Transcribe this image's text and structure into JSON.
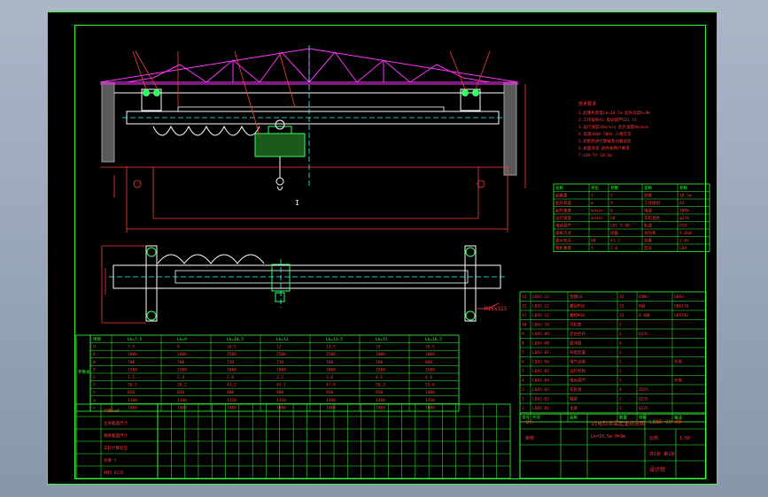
{
  "colors": {
    "frame": "#33ff33",
    "truss": "#ff33ff",
    "dims": "#ff3b3b",
    "outline": "#ffffff",
    "hoist": "#33ff66",
    "center": "#33ffff",
    "wall": "#9a9a9a"
  },
  "views": {
    "elevation_scale_mark": "I",
    "plan_callout": "M16x315"
  },
  "tech_notes": {
    "heading": "技术要求",
    "lines": [
      "1.起重机跨度Lk=10.5m 起升高度H=9m",
      "2.工作级别A3 电动葫芦CD1 5t",
      "3.运行速度20m/min 起升速度8m/min",
      "4.电源380V 50Hz 三相交流",
      "5.装配后进行静载及动载试验",
      "6.表面涂漆 颜色按用户要求",
      "7.LDA-5t-10.5m"
    ]
  },
  "spec_table": {
    "headers": [
      "名称",
      "单位",
      "参数",
      "名称",
      "参数"
    ],
    "rows": [
      [
        "起重量",
        "t",
        "5",
        "跨度",
        "10.5m"
      ],
      [
        "起升高度",
        "m",
        "9",
        "工作级别",
        "A3"
      ],
      [
        "起升速度",
        "m/min",
        "8",
        "电源",
        "380V"
      ],
      [
        "运行速度",
        "m/min",
        "20",
        "车轮直径",
        "φ270"
      ],
      [
        "电动葫芦",
        "",
        "CD1 5-9D",
        "轨道",
        "P24"
      ],
      [
        "操纵方式",
        "",
        "地面",
        "总功率",
        "9.6kW"
      ],
      [
        "最大轮压",
        "kN",
        "43.2",
        "总重",
        "2.8t"
      ],
      [
        "整机重量",
        "t",
        "2.8",
        "型号",
        "LDA"
      ]
    ]
  },
  "param_table": {
    "side_label": "参数表",
    "header": [
      "项目",
      "Lk=7.5",
      "Lk=9",
      "Lk=10.5",
      "Lk=12",
      "Lk=13.5",
      "Lk=15",
      "Lk=16.5"
    ],
    "rows": [
      [
        "H",
        "7.5",
        "9",
        "10.5",
        "12",
        "13.5",
        "15",
        "16.5"
      ],
      [
        "K",
        "2000",
        "2000",
        "2500",
        "2500",
        "2500",
        "3000",
        "3000"
      ],
      [
        "W",
        "700",
        "700",
        "720",
        "720",
        "760",
        "760",
        "800"
      ],
      [
        "B",
        "2500",
        "2500",
        "3000",
        "3000",
        "3000",
        "3500",
        "3500"
      ],
      [
        "G",
        "2.1",
        "2.4",
        "2.8",
        "3.2",
        "3.6",
        "4.1",
        "4.6"
      ],
      [
        "P",
        "36.5",
        "38.2",
        "43.2",
        "45.1",
        "47.9",
        "50.3",
        "52.8"
      ],
      [
        "h",
        "850",
        "850",
        "900",
        "900",
        "950",
        "950",
        "1000"
      ],
      [
        "q",
        "1100",
        "1100",
        "1150",
        "1150",
        "1200",
        "1200",
        "1250"
      ],
      [
        "e",
        "1000",
        "1000",
        "1000",
        "1000",
        "1000",
        "1000",
        "1000"
      ]
    ]
  },
  "weight_table": {
    "labels": [
      "计算公式",
      "主梁截面尺寸",
      "端梁截面尺寸",
      "车轮计算轮压",
      "总重 t",
      "材料 Q235"
    ],
    "grid_cols": 26,
    "grid_rows": 6
  },
  "parts_list": {
    "headers": [
      "序号",
      "代号",
      "名称",
      "数量",
      "材料",
      "备注"
    ],
    "rows": [
      [
        "1",
        "LDA5-01",
        "主梁",
        "1",
        "Q235",
        ""
      ],
      [
        "2",
        "LDA5-02",
        "端梁",
        "2",
        "Q235",
        ""
      ],
      [
        "3",
        "LDA5-03",
        "车轮组",
        "4",
        "ZG55",
        ""
      ],
      [
        "4",
        "LDA5-04",
        "电动葫芦",
        "1",
        "",
        "外购"
      ],
      [
        "5",
        "LDA5-05",
        "运行机构",
        "2",
        "",
        ""
      ],
      [
        "6",
        "LDA5-06",
        "电气设备",
        "1",
        "",
        "外购"
      ],
      [
        "7",
        "LDA5-07",
        "导电装置",
        "1",
        "",
        ""
      ],
      [
        "8",
        "LDA5-08",
        "缓冲器",
        "4",
        "",
        ""
      ],
      [
        "9",
        "LDA5-09",
        "走台栏杆",
        "1",
        "Q235",
        ""
      ],
      [
        "10",
        "LDA5-10",
        "司机室",
        "1",
        "",
        ""
      ],
      [
        "11",
        "LDA5-11",
        "螺栓M16",
        "32",
        "8.8级",
        "GB5782"
      ],
      [
        "12",
        "LDA5-12",
        "螺母M16",
        "32",
        "8级",
        "GB6170"
      ],
      [
        "13",
        "LDA5-13",
        "垫圈16",
        "32",
        "65Mn",
        "GB93"
      ]
    ]
  },
  "title_block": {
    "drawing_no": "LDA5-00-00",
    "title": "5t电动单梁起重机总图",
    "subtitle": "Lk=10.5m  H=9m",
    "scale_label": "比例",
    "scale": "1:50",
    "sheet_label": "共1张 第1张",
    "school": "设计院",
    "designer": "设计",
    "checker": "审核"
  }
}
